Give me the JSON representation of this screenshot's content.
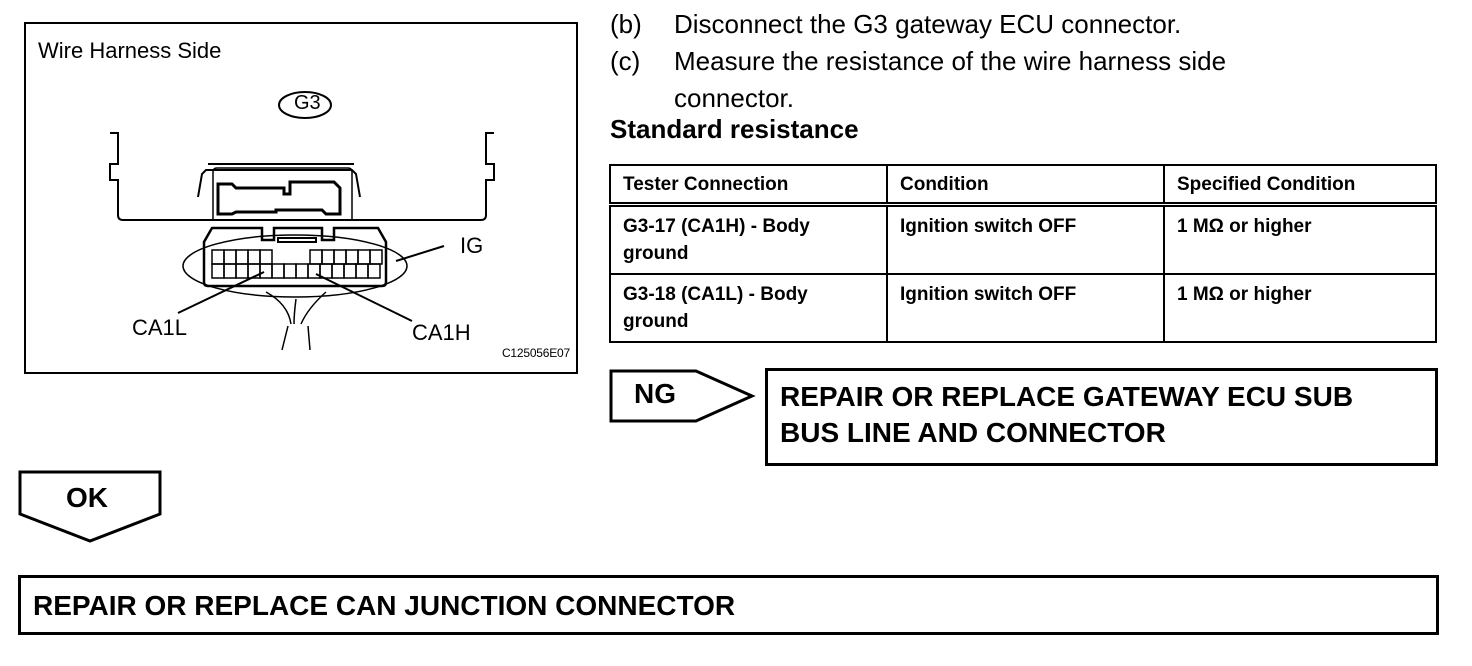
{
  "figure": {
    "title": "Wire Harness Side",
    "connector_id": "G3",
    "labels": {
      "ig": "IG",
      "ca1l": "CA1L",
      "ca1h": "CA1H"
    },
    "code": "C125056E07"
  },
  "steps": [
    {
      "tag": "(b)",
      "lines": [
        "Disconnect the G3 gateway ECU connector."
      ]
    },
    {
      "tag": "(c)",
      "lines": [
        "Measure the resistance of the wire harness side",
        "connector."
      ]
    }
  ],
  "standard": {
    "title": "Standard resistance",
    "headers": [
      "Tester Connection",
      "Condition",
      "Specified Condition"
    ],
    "rows": [
      {
        "connection": [
          "G3-17 (CA1H) - Body",
          "ground"
        ],
        "condition": "Ignition switch OFF",
        "specified": "1 MΩ or higher"
      },
      {
        "connection": [
          "G3-18 (CA1L) - Body",
          "ground"
        ],
        "condition": "Ignition switch OFF",
        "specified": "1 MΩ or higher"
      }
    ]
  },
  "flow": {
    "ng": {
      "label": "NG",
      "result_lines": [
        "REPAIR OR REPLACE GATEWAY ECU SUB",
        "BUS LINE AND CONNECTOR"
      ]
    },
    "ok": {
      "label": "OK",
      "result": "REPAIR OR REPLACE CAN JUNCTION CONNECTOR"
    }
  }
}
